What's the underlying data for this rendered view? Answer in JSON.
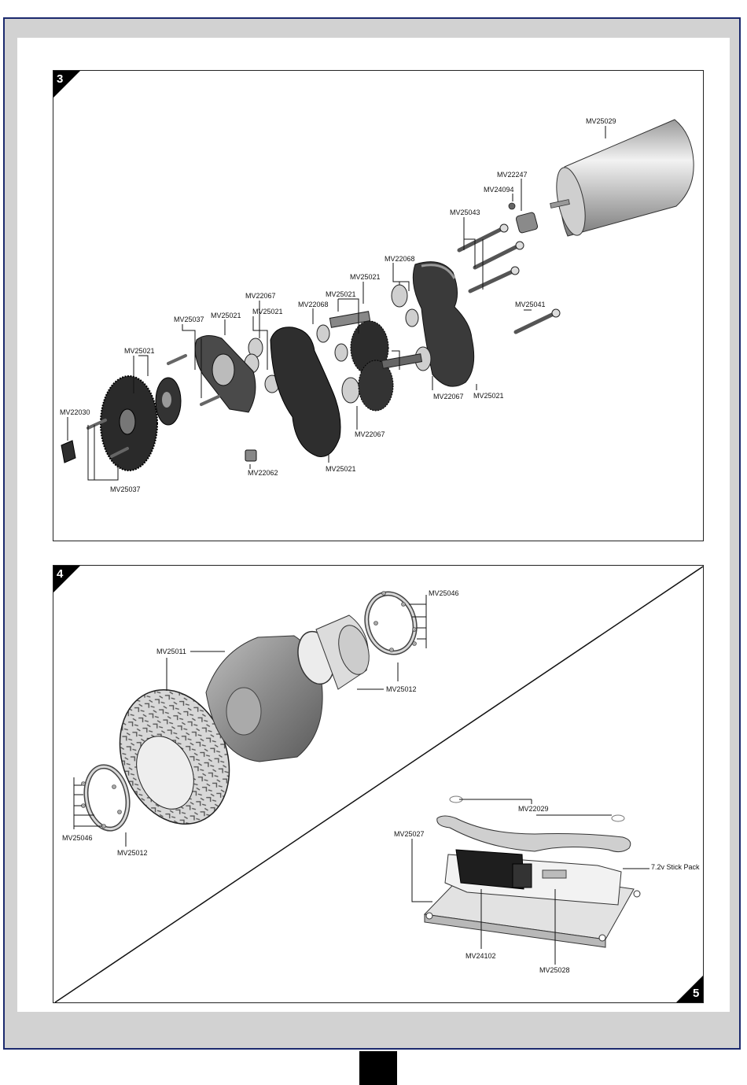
{
  "steps": {
    "s3": "3",
    "s4": "4",
    "s5": "5"
  },
  "labels": {
    "mv25029": "MV25029",
    "mv22247": "MV22247",
    "mv24094": "MV24094",
    "mv25043": "MV25043",
    "mv22068_top": "MV22068",
    "mv25021_a": "MV25021",
    "mv25021_b": "MV25021",
    "mv22067_top": "MV22067",
    "mv25021_c": "MV25021",
    "mv22068_mid": "MV22068",
    "mv25037_top": "MV25037",
    "mv25021_d": "MV25021",
    "mv25041": "MV25041",
    "mv25021_left": "MV25021",
    "mv22030": "MV22030",
    "mv22067_right": "MV22067",
    "mv25021_right": "MV25021",
    "mv22067_bottom": "MV22067",
    "mv22062": "MV22062",
    "mv25021_bottom": "MV25021",
    "mv25037_bottom": "MV25037",
    "mv25046_top": "MV25046",
    "mv25011": "MV25011",
    "mv25012_top": "MV25012",
    "mv25046_bottom": "MV25046",
    "mv25012_bottom": "MV25012",
    "mv22029": "MV22029",
    "mv25027": "MV25027",
    "stick_pack": "7.2v Stick Pack",
    "mv24102": "MV24102",
    "mv25028": "MV25028"
  }
}
